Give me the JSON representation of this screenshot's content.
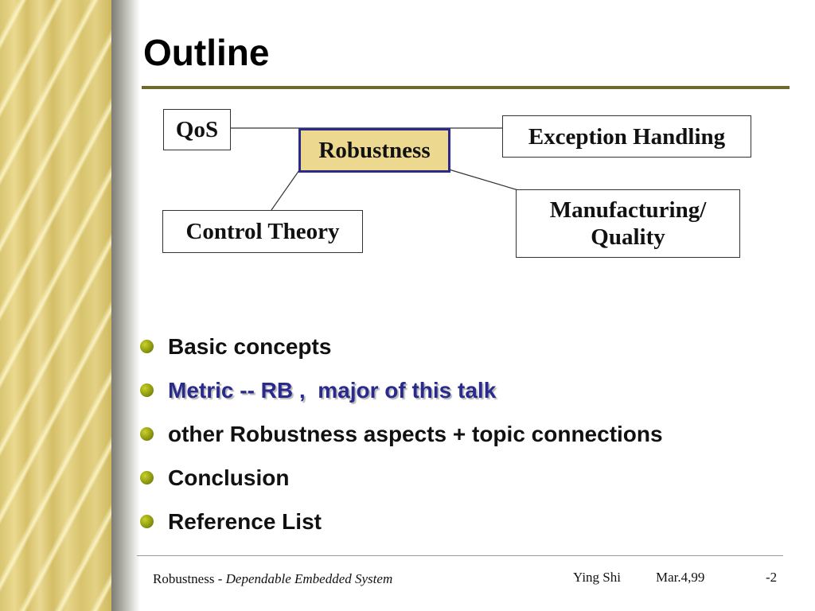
{
  "slide": {
    "title": "Outline",
    "diagram": {
      "center": "Robustness",
      "nodes": {
        "qos": "QoS",
        "exception": "Exception Handling",
        "control": "Control Theory",
        "manufacturing_line1": "Manufacturing/",
        "manufacturing_line2": "Quality"
      }
    },
    "bullets": [
      "Basic concepts",
      "Metric -- RB ,  major of this talk",
      "other Robustness aspects + topic connections",
      "Conclusion",
      "Reference List"
    ],
    "footer": {
      "left_plain": "Robustness - ",
      "left_italic": "Dependable Embedded System",
      "author": "Ying Shi",
      "date": "Mar.4,99",
      "page": "-2"
    },
    "colors": {
      "title_rule": "#6e6a2b",
      "center_fill": "#ecd98f",
      "center_border": "#2a2a8c",
      "emphasis_text": "#2a2a8c",
      "bullet": "#8e9a10",
      "side_band": "#e6d58d"
    },
    "icons": {
      "bullet": "bullet-dot-icon"
    }
  }
}
